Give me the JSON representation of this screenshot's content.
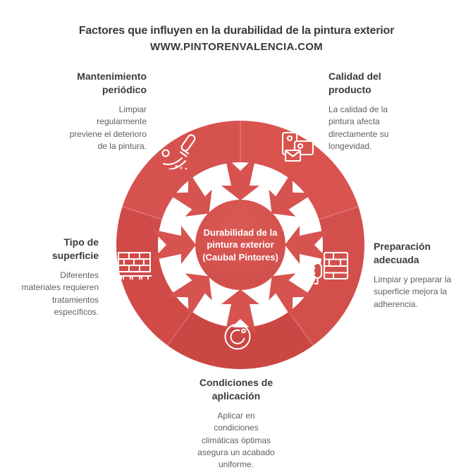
{
  "header": {
    "title": "Factores que influyen en la durabilidad de la pintura exterior",
    "website": "WWW.PINTORENVALENCIA.COM"
  },
  "center": {
    "label": "Durabilidad de la\npintura exterior\n(Caubal Pintores)"
  },
  "factors": [
    {
      "id": "mantenimiento-periodico",
      "title": "Mantenimiento\nperiódico",
      "description": "Limpiar\nregularmente\npreviene el deterioro\nde la pintura.",
      "icon": "paintbrush-icon",
      "position": "top-left"
    },
    {
      "id": "calidad-del-producto",
      "title": "Calidad del\nproducto",
      "description": "La calidad de la\npintura afecta\ndirectamente su\nlongevidad.",
      "icon": "product-quality-icon",
      "position": "top-right"
    },
    {
      "id": "tipo-de-superficie",
      "title": "Tipo de\nsuperficie",
      "description": "Diferentes\nmateriales requieren\ntratamientos\nespecíficos.",
      "icon": "brick-wall-icon",
      "position": "left"
    },
    {
      "id": "preparacion-adecuada",
      "title": "Preparación\nadecuada",
      "description": "Limpiar y preparar la\nsuperficie mejora la\nadherencia.",
      "icon": "paint-roller-icon",
      "position": "right"
    },
    {
      "id": "condiciones-de-aplicacion",
      "title": "Condiciones de\naplicación",
      "description": "Aplicar en\ncondiciones\nclimáticas óptimas\nasegura un acabado\nuniforme.",
      "icon": "temperature-icon",
      "position": "bottom"
    }
  ],
  "colors": {
    "ring_segments": [
      "#d9534f",
      "#d34f4b",
      "#cb4744",
      "#d04b48",
      "#d6524e"
    ],
    "arrow": "#d6534f",
    "center_circle": "#d2504c",
    "heading_text": "#3b3b3b",
    "body_text": "#5f5f5f",
    "icon_stroke": "#ffffff"
  }
}
